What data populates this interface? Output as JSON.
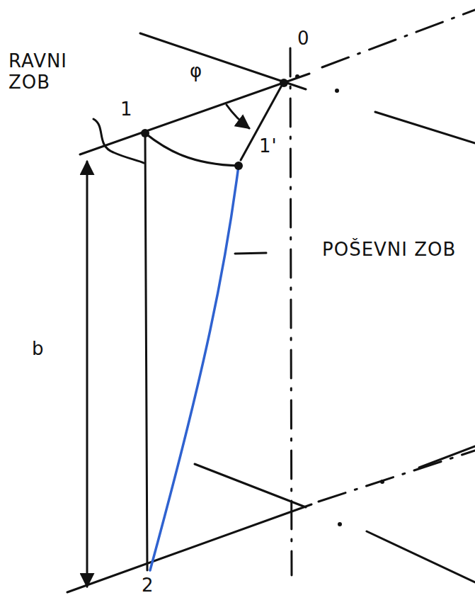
{
  "diagram": {
    "labels": [
      "RAVNI ZOB",
      "φ",
      "0",
      "1",
      "1'",
      "POŠEVNI ZOB",
      "b",
      "2"
    ]
  }
}
